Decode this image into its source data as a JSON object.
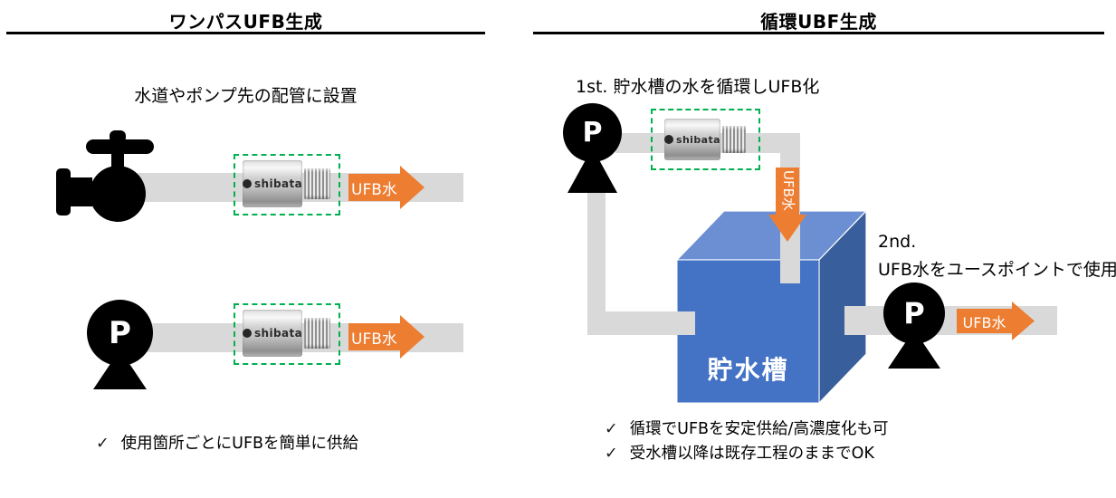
{
  "labels": {
    "ufb_water": "UFB水",
    "pump": "P",
    "check": "✓",
    "brand": "shibata"
  },
  "left_panel": {
    "title": "ワンパスUFB生成",
    "subtitle": "水道やポンプ先の配管に設置",
    "note": "使用箇所ごとにUFBを簡単に供給"
  },
  "right_panel": {
    "title": "循環UBF生成",
    "step1": "1st. 貯水槽の水を循環しUFB化",
    "step2_heading": "2nd.",
    "step2_text": "UFB水をユースポイントで使用",
    "tank_label": "貯水槽",
    "notes": [
      "循環でUFBを安定供給/高濃度化も可",
      "受水槽以降は既存工程のままでOK"
    ]
  },
  "colors": {
    "accent_orange": "#ED7D31",
    "pipe_gray": "#D9D9D9",
    "tank_front": "#4472C4",
    "tank_top": "#6C8FD3",
    "tank_side": "#395E9C",
    "dashed_green": "#00B050",
    "black": "#000000"
  }
}
